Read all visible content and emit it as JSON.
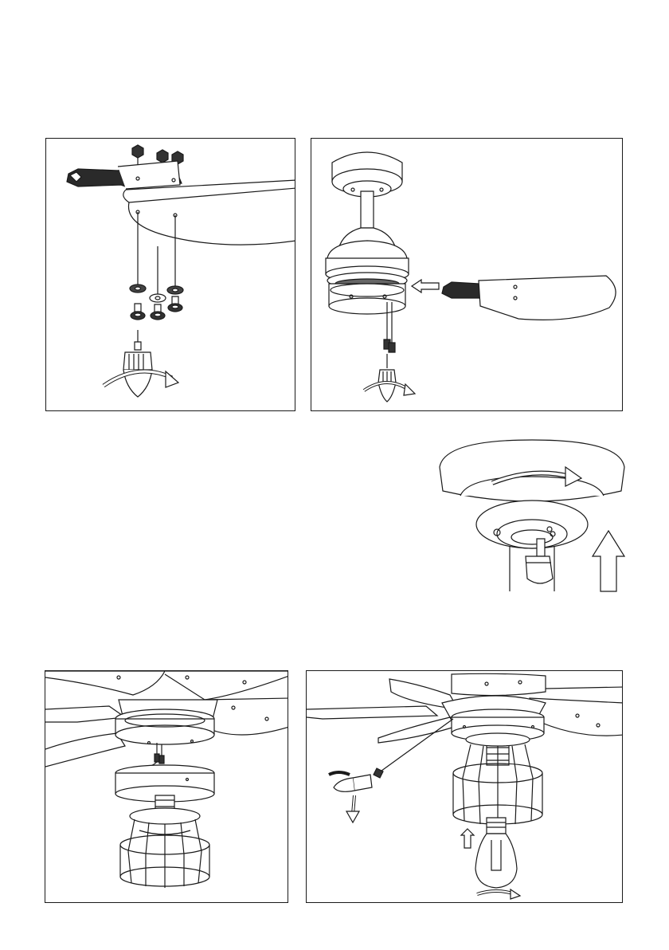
{
  "document": {
    "type": "installation-manual-page",
    "ink_color": "#1a1a1a",
    "paper_color": "#ffffff",
    "figures": [
      {
        "id": "blade-to-bracket",
        "icons": [
          "nut-icon",
          "washer-icon",
          "screwdriver-icon",
          "rotate-arrow-icon"
        ]
      },
      {
        "id": "blade-to-motor",
        "icons": [
          "canopy-icon",
          "motor-housing-icon",
          "blade-icon",
          "insert-arrow-icon",
          "screwdriver-icon"
        ]
      },
      {
        "id": "canopy-rotate",
        "icons": [
          "canopy-icon",
          "rotate-arrow-icon",
          "up-arrow-icon"
        ]
      },
      {
        "id": "switch-housing",
        "icons": [
          "fan-blades-icon",
          "switch-housing-icon",
          "cage-icon"
        ]
      },
      {
        "id": "bulb-install",
        "icons": [
          "fan-blades-icon",
          "cage-icon",
          "bulb-icon",
          "screwdriver-icon",
          "up-arrow-icon",
          "rotate-arrow-icon"
        ]
      }
    ]
  }
}
